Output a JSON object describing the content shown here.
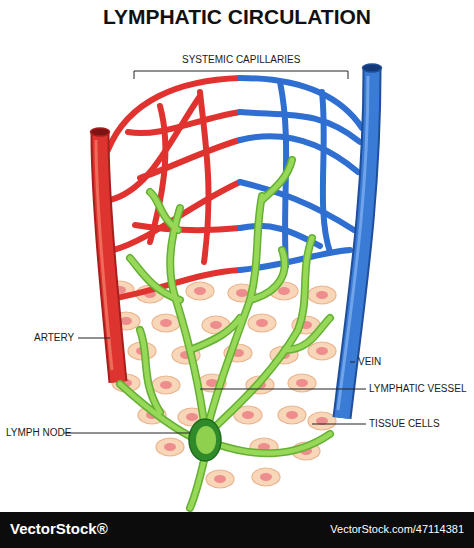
{
  "diagram": {
    "title": "LYMPHATIC CIRCULATION",
    "labels": [
      "SYSTEMIC CAPILLARIES",
      "ARTERY",
      "VEIN",
      "LYMPHATIC VESSEL",
      "LYMPH NODE",
      "TISSUE CELLS",
      "VectorStock®",
      "VectorStock.com/47114381"
    ]
  }
}
